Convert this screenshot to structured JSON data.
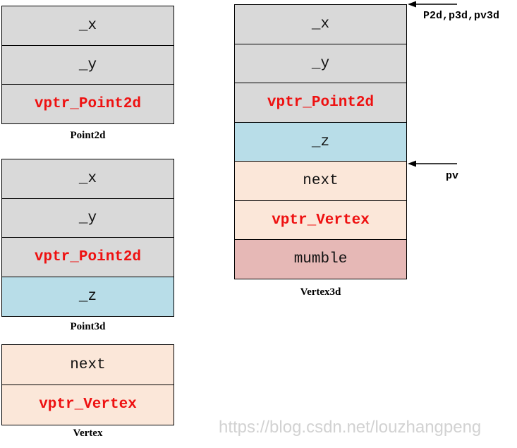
{
  "colors": {
    "base": "#d9d9d9",
    "derived": "#b8dde8",
    "vertex": "#fbe7d9",
    "vertex3d": "#e6b8b6",
    "vptr_text": "#ee1111"
  },
  "point2d": {
    "caption": "Point2d",
    "cells": [
      "_x",
      "_y",
      "vptr_Point2d"
    ]
  },
  "point3d": {
    "caption": "Point3d",
    "cells": [
      "_x",
      "_y",
      "vptr_Point2d",
      "_z"
    ]
  },
  "vertex": {
    "caption": "Vertex",
    "cells": [
      "next",
      "vptr_Vertex"
    ]
  },
  "vertex3d": {
    "caption": "Vertex3d",
    "cells": [
      "_x",
      "_y",
      "vptr_Point2d",
      "_z",
      "next",
      "vptr_Vertex",
      "mumble"
    ]
  },
  "pointers": {
    "top_label": "P2d,p3d,pv3d",
    "mid_label": "pv"
  },
  "watermark": "https://blog.csdn.net/louzhangpeng"
}
